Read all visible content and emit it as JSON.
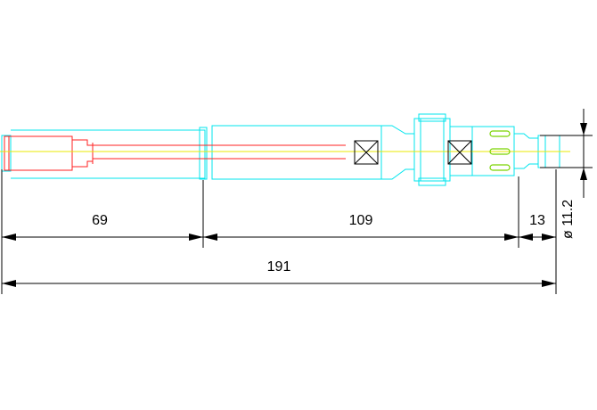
{
  "dimensions": {
    "seg_1": "69",
    "seg_2": "109",
    "seg_3": "13",
    "overall": "191",
    "diameter": "ø 11.2"
  },
  "colors": {
    "outline": "#00e5ee",
    "insulation": "#ff2020",
    "centerline": "#e8e800",
    "contact": "#7ad400",
    "dims": "#000000",
    "marks": "#000000"
  }
}
